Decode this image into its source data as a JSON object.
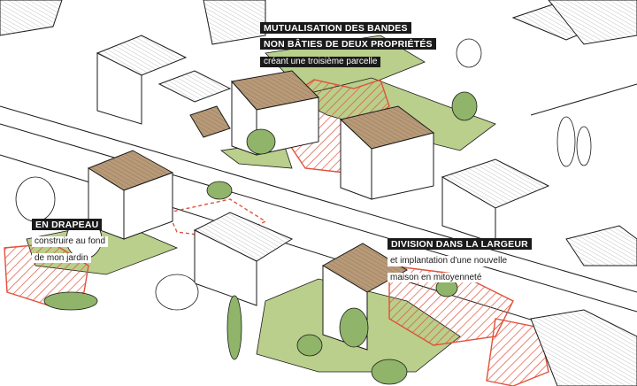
{
  "annotations": {
    "mutualisation": {
      "line1": "MUTUALISATION DES BANDES",
      "line2": "NON BÂTIES DE DEUX PROPRIÉTÉS",
      "line3": "créant une troisième parcelle"
    },
    "drapeau": {
      "line1": "EN DRAPEAU",
      "line2": "construire au fond",
      "line3": "de mon jardin"
    },
    "largeur": {
      "line1": "DIVISION DANS LA LARGEUR",
      "line2": "et implantation d'une nouvelle",
      "line3": "maison en mitoyenneté"
    }
  },
  "colors": {
    "green": "#b9cf8b",
    "roof": "#b89a78",
    "hatch": "#e0513b",
    "ink": "#1a1a1a",
    "tree": "#8fb46a"
  }
}
